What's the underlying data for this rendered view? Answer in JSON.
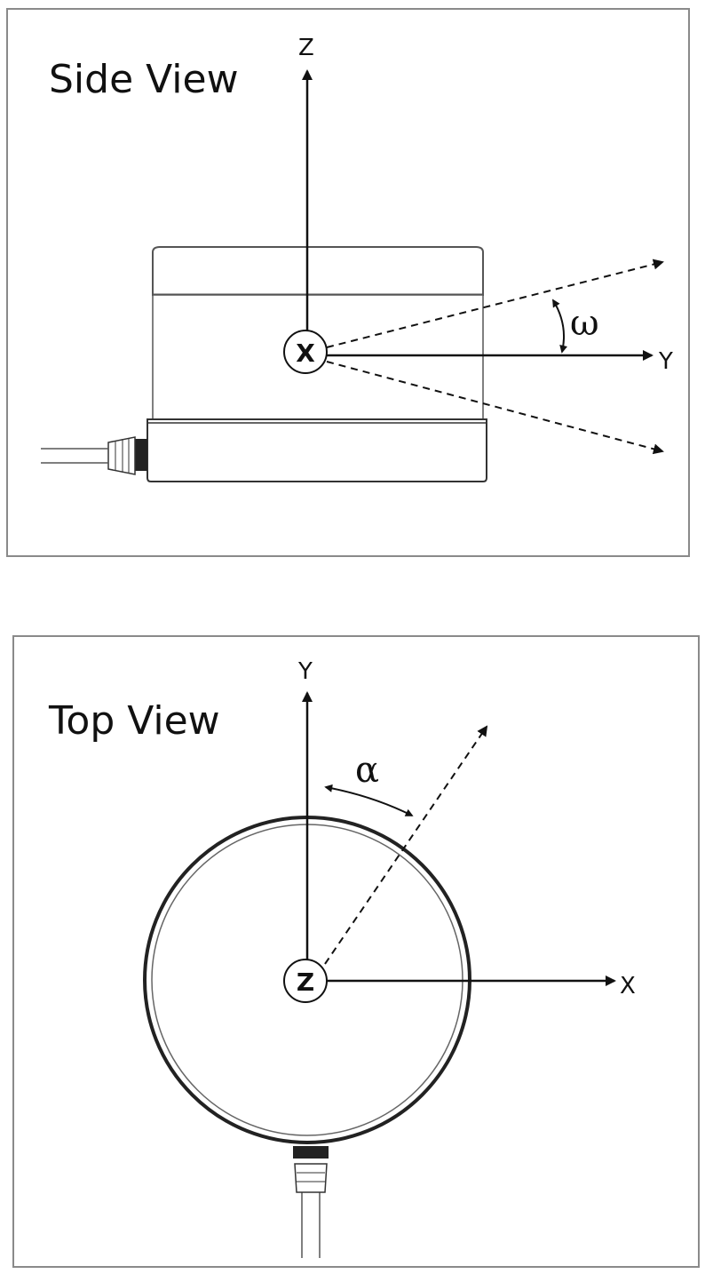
{
  "side_view": {
    "title": "Side View",
    "origin_label": "X",
    "vertical_axis_label": "Z",
    "horizontal_axis_label": "Y",
    "angle_symbol": "ω"
  },
  "top_view": {
    "title": "Top View",
    "origin_label": "Z",
    "vertical_axis_label": "Y",
    "horizontal_axis_label": "X",
    "angle_symbol": "α"
  },
  "colors": {
    "line": "#111111",
    "frame": "#8a8a8a",
    "body_fill": "#ffffff",
    "body_edge": "#555555"
  }
}
